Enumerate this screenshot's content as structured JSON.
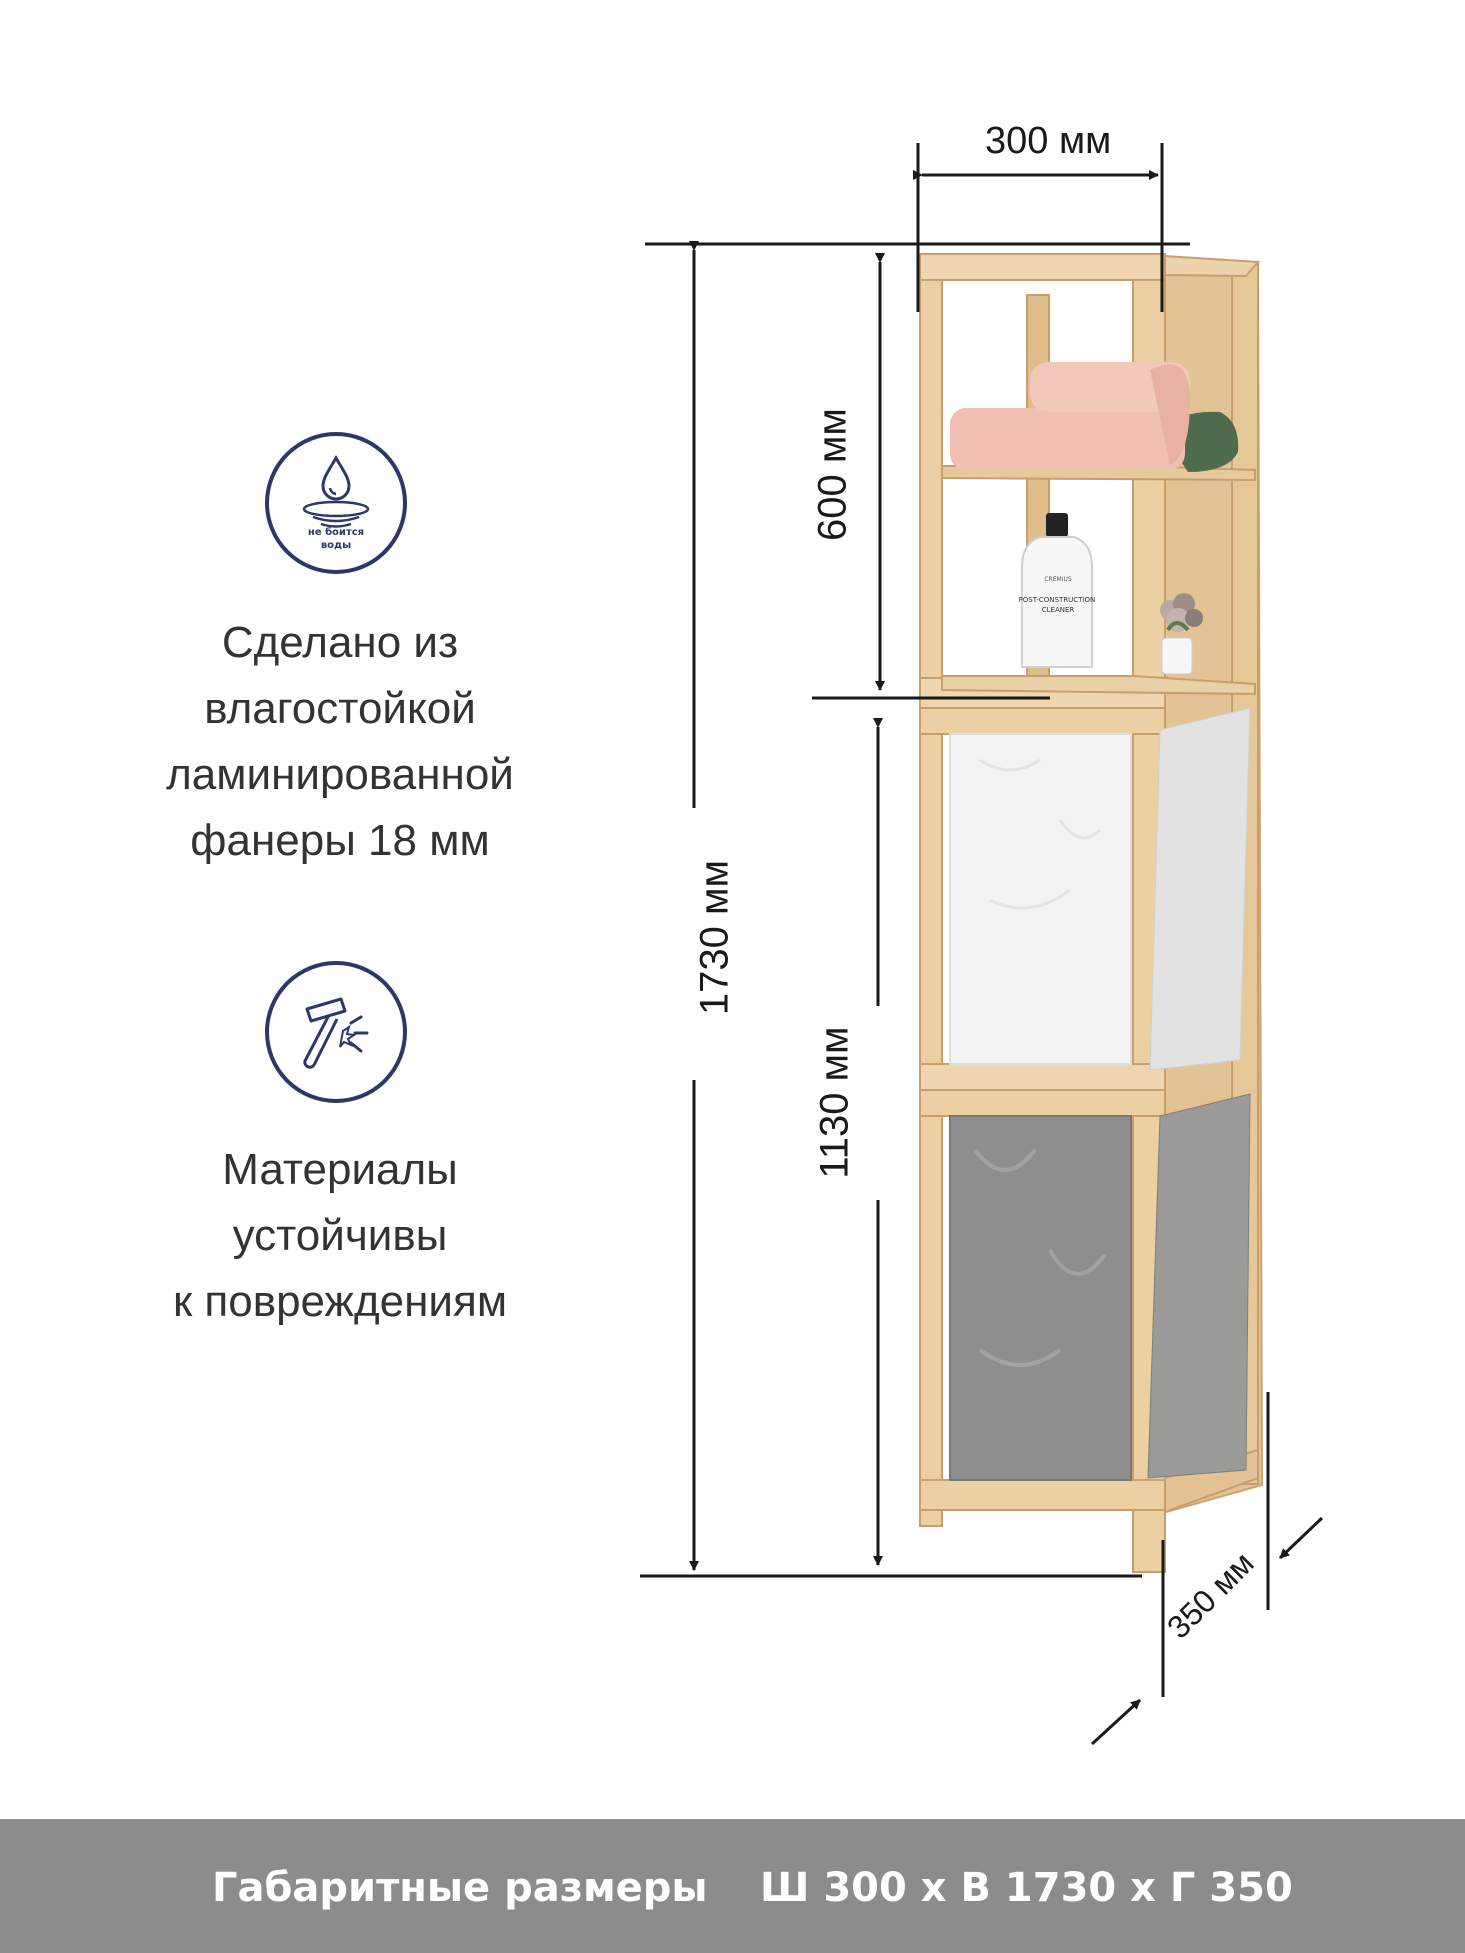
{
  "features": [
    {
      "icon": "water-drop-icon",
      "icon_caption": "не боится\nводы",
      "text": "Сделано из\nвлагостойкой\nламинированной\nфанеры 18 мм"
    },
    {
      "icon": "hammer-impact-icon",
      "text": "Материалы\nустойчивы\nк повреждениям"
    }
  ],
  "dimensions": {
    "width": "300 мм",
    "height_total": "1730 мм",
    "shelf_section": "600 мм",
    "basket_section": "1130 мм",
    "depth": "350 мм"
  },
  "product_labels": {
    "bottle_brand": "CREMIUS",
    "bottle_name": "POST-CONSTRUCTION\nCLEANER"
  },
  "footer": {
    "label": "Габаритные размеры",
    "value": "Ш 300 х В 1730 х Г 350"
  },
  "colors": {
    "icon_navy": "#2e3768",
    "wood": "#e8c99c",
    "footer_bg": "#8c8c8c",
    "towel_pink": "#efbfb2",
    "towel_green": "#4f6b4d",
    "bag_white": "#f3f3f3",
    "bag_grey": "#8e8f8d"
  }
}
